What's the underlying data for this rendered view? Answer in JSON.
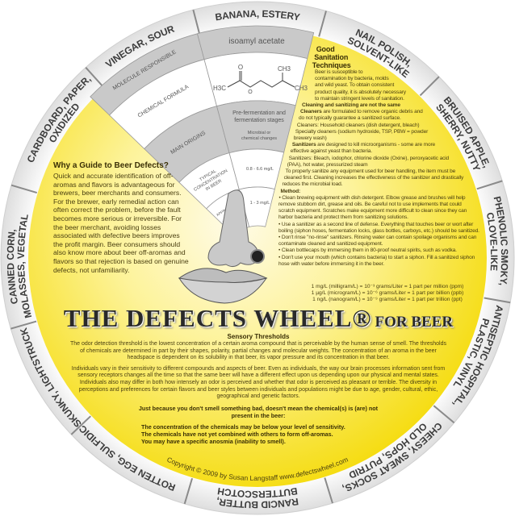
{
  "colors": {
    "yellow": "#f7e11e",
    "ring": "#f0f0f0",
    "band_gray": "#c9c9c9",
    "band_white": "#ffffff",
    "text": "#3c3c3c"
  },
  "ring_labels": [
    [
      "BANANA, ESTERY"
    ],
    [
      "NAIL POLISH,",
      "SOLVENT-LIKE"
    ],
    [
      "BRUISED APPLE,",
      "SHERRY, NUTTY"
    ],
    [
      "PHENOLIC SMOKY,",
      "CLOVE-LIKE"
    ],
    [
      "ANTISEPTIC HOSPITAL,",
      "PLASTIC, VINYL"
    ],
    [
      "CHEESY, SWEAT SOCKS,",
      "OLD HOPS, PUTRID"
    ],
    [
      "RANCID BUTTER,",
      "BUTTERSCOTCH"
    ],
    [
      "ROTTEN EGG, SULFIDIC"
    ],
    [
      "SKUNKY, LIGHTSTRUCK"
    ],
    [
      "CANNED CORN,",
      "MOLASSES, VEGETAL"
    ],
    [
      "CARDBOARD, PAPER,",
      "OXIDIZED"
    ],
    [
      "VINEGAR, SOUR"
    ]
  ],
  "wedge": {
    "row_labels": [
      "MOLECULE RESPONSIBLE",
      "CHEMICAL FORMULA",
      "MAIN ORIGINS",
      "TYPICAL CONCENTRATION IN BEER",
      "APPROXIMATE FLAVOR THRESHOLD"
    ],
    "molecule": "isoamyl acetate",
    "formula_atoms": {
      "h3c": "H3C",
      "o_double": "O",
      "o": "O",
      "ch3a": "CH3",
      "ch3b": "CH3"
    },
    "origins": [
      "Pre-fermentation and",
      "fermentation stages"
    ],
    "origins_sub": [
      "Microbial or",
      "chemical changes"
    ],
    "concentration": "0.8 - 6.6 mg/L",
    "threshold": "1 - 3 mg/L"
  },
  "left_block": {
    "title": "Why a Guide to Beer Defects?",
    "body": "Quick and accurate identification of off-aromas and flavors is advantageous for brewers, beer merchants and consumers. For the brewer, early remedial action can often correct the problem, before the fault becomes more serious or irreversible. For the beer merchant, avoiding losses associated with defective beers improves the profit margin. Beer consumers should also know more about beer off-aromas and flavors so that rejection is based on genuine defects, not unfamiliarity."
  },
  "right_block": {
    "title": "Good Sanitation Techniques",
    "intro": "Beer is susceptible to contamination by bacteria, molds and wild yeast. To obtain consistent product quality, it is absolutely necessary to maintain stringent levels of sanitation.",
    "heading": "Cleaning and sanitizing are not the same",
    "cleaners_b": "Cleaners",
    "cleaners": " are formulated to remove organic debris and do not typically guarantee a sanitized surface.",
    "cleaners_ex": "Cleaners: Household cleaners (dish detergent, bleach) Specialty cleaners (sodium hydroxide, TSP, PBW = powder brewery wash)",
    "sanitizers_b": "Sanitizers",
    "sanitizers": " are designed to kill microorganisms - some are more effective against yeast than bacteria.",
    "sanitizers_ex": "Sanitizers: Bleach, iodophor, chlorine dioxide (Oxine), peroxyacetic acid (PAA), hot water, pressurized steam",
    "proper": "To properly sanitize any equipment used for beer handling, the item must be cleaned first. Cleaning increases the effectiveness of the sanitizer and drastically reduces the microbial load.",
    "method_label": "Method:",
    "method": [
      "• Clean brewing equipment with dish detergent. Elbow grease and brushes will help remove stubborn dirt, grease and oils. Be careful not to use implements that could scratch equipment. Scratches make equipment more difficult to clean since they can harbor bacteria and protect them from sanitizing solutions.",
      "• Use a sanitizer as a second line of defense. Everything that touches beer or wort after boiling (siphon hoses, fermentation locks, glass bottles, carboys, etc.) should be sanitized.",
      "• Don't rinse \"no-rinse\" sanitizers. Rinsing water can contain spoilage organisms and can contaminate cleaned and sanitized equipment.",
      "• Clean bottlecaps by immersing them in 80-proof neutral spirits, such as vodka.",
      "• Don't use your mouth (which contains bacteria) to start a siphon. Fill a sanitized siphon hose with water before immersing it in the beer."
    ],
    "units": [
      "1 mg/L (milligram/L) = 10⁻³ grams/Liter = 1 part per million (ppm)",
      "1 µg/L (microgram/L) = 10⁻⁶ grams/Liter = 1 part per billion (ppb)",
      "1 ng/L (nanogram/L) = 10⁻⁹ grams/Liter = 1 part per trillion (ppt)"
    ]
  },
  "title": {
    "main": "THE DEFECTS WHEEL®",
    "sub": "FOR BEER"
  },
  "sensory": {
    "heading": "Sensory Thresholds",
    "p1": "The odor detection threshold is the lowest concentration of a certain aroma compound that is perceivable by the human sense of smell. The thresholds of chemicals are determined in part by their shapes, polarity, partial changes and molecular weights. The concentration of an aroma in the beer headspace is dependent on its solubility in that beer, its vapor pressure and its concentration in that beer.",
    "p2": "Individuals vary in their sensitivity to different compounds and aspects of beer. Even as individuals, the way our brain processes information sent from sensory receptors changes all the time so that the same beer will have a different effect upon us depending upon our physical and mental states. Individuals also may differ in both how intensely an odor is perceived and whether that odor is perceived as pleasant or terrible. The diversity in perceptions and preferences for certain flavors and beer styles between individuals and populations might be due to age, gender, cultural, ethic, geographical and genetic factors.",
    "note": "Just because you don't smell something bad, doesn't mean the chemical(s) is (are) not present in the beer:",
    "reasons": [
      "The concentration of the chemicals may be below your level of sensitivity.",
      "The chemicals have not yet combined with others to form off-aromas.",
      "You may  have a specific anosmia (inability to smell)."
    ]
  },
  "copyright": "Copyright © 2009 by Susan Langstaff   www.defectswheel.com"
}
